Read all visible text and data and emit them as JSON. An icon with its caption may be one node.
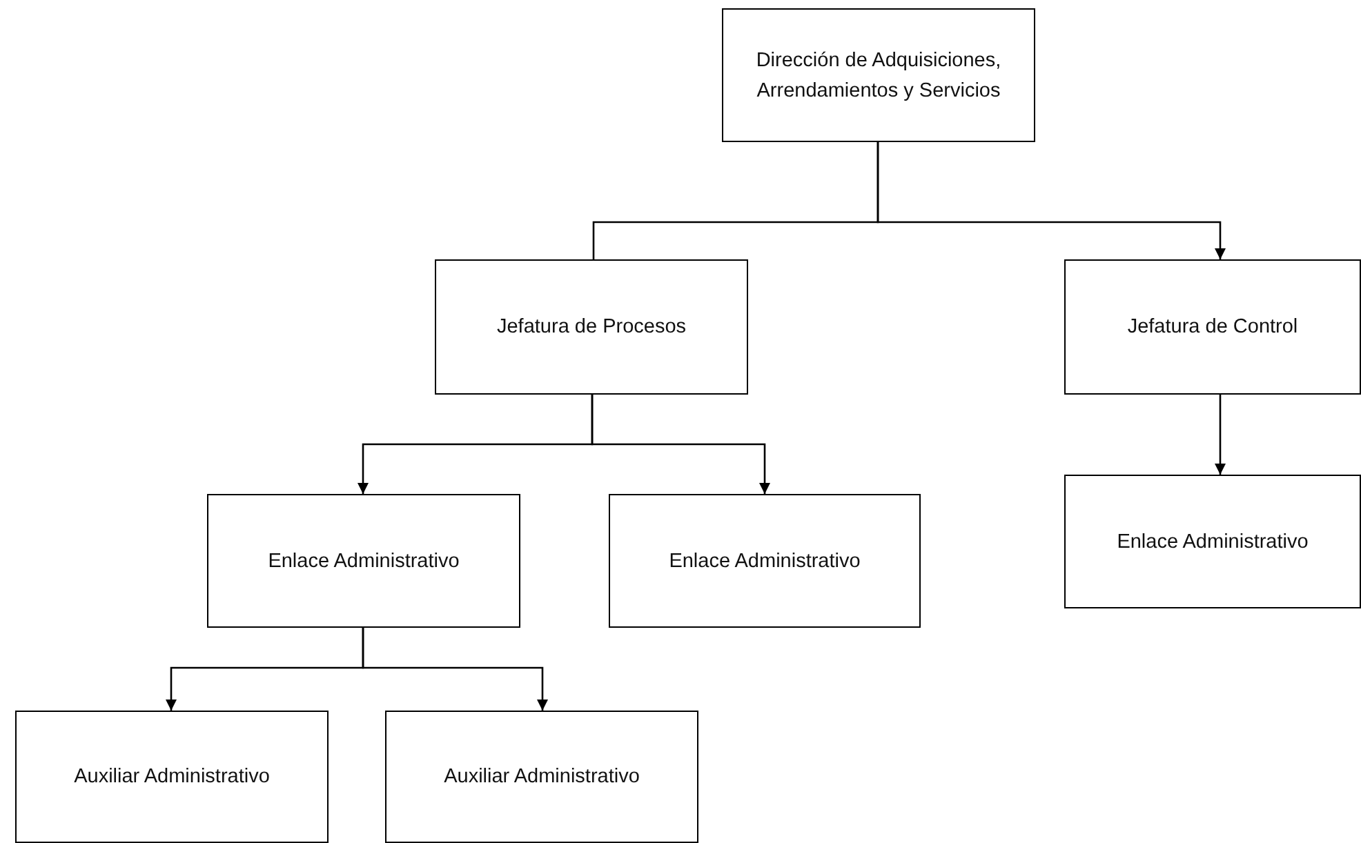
{
  "diagram": {
    "nodes": [
      {
        "text": [
          "Dirección de Adquisiciones, Arrendamientos y Servicios"
        ]
      },
      {
        "text": [
          "Jefatura de Procesos"
        ]
      },
      {
        "text": [
          "Jefatura de Control"
        ]
      },
      {
        "text": [
          "Enlace Administrativo"
        ]
      },
      {
        "text": [
          "Enlace Administrativo"
        ]
      },
      {
        "text": [
          "Enlace Administrativo"
        ]
      },
      {
        "text": [
          "Auxiliar Administrativo"
        ]
      },
      {
        "text": [
          "Auxiliar Administrativo"
        ]
      }
    ],
    "edges": [
      {
        "from": 0,
        "to": 1,
        "arrow": "none"
      },
      {
        "from": 0,
        "to": 2,
        "arrow": "to"
      },
      {
        "from": 1,
        "to": 3,
        "arrow": "to"
      },
      {
        "from": 1,
        "to": 4,
        "arrow": "to"
      },
      {
        "from": 2,
        "to": 5,
        "arrow": "to"
      },
      {
        "from": 3,
        "to": 6,
        "arrow": "to"
      },
      {
        "from": 3,
        "to": 7,
        "arrow": "to"
      }
    ]
  }
}
